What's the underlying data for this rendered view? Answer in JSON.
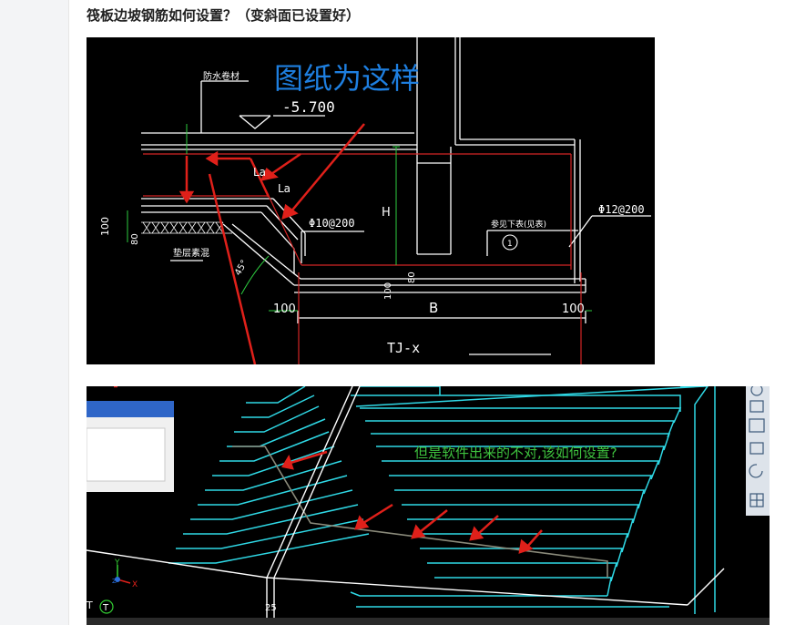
{
  "post": {
    "title": "筏板边坡钢筋如何设置？（变斜面已设置好）"
  },
  "drawing": {
    "overlay_note": "图纸为这样",
    "elevation": "-5.700",
    "waterproof_label": "防水卷材",
    "cushion_label": "垫层素混",
    "anchor_la_1": "La",
    "anchor_la_2": "La",
    "rebar_1": "Φ10@200",
    "rebar_2": "Φ12@200",
    "height_h": "H",
    "width_b": "B",
    "dim_left": "100",
    "dim_right": "100",
    "dim_100_vert": "100",
    "dim_80": "80",
    "dim_100_mid": "100",
    "dim_80_mid": "80",
    "angle": "45°",
    "ref_note": "参见下表(见表)",
    "circle_mark": "1",
    "section_label": "TJ-x"
  },
  "software": {
    "overlay_note": "但是软件出来的不对,该如何设置?",
    "axis_y": "Y",
    "axis_x": "X",
    "axis_z": "Z",
    "corner_t1": "T",
    "corner_t2": "T",
    "counter": "25",
    "toolbar_icons": [
      "rotate-icon",
      "view-2d-icon",
      "view-3d-icon",
      "box-icon",
      "orbit-icon",
      "grid-icon"
    ]
  },
  "colors": {
    "annotation_red": "#e0201a",
    "note_blue": "#1e7fe0",
    "note_green": "#3ec23e",
    "rebar_cyan": "#2fd9e6"
  }
}
